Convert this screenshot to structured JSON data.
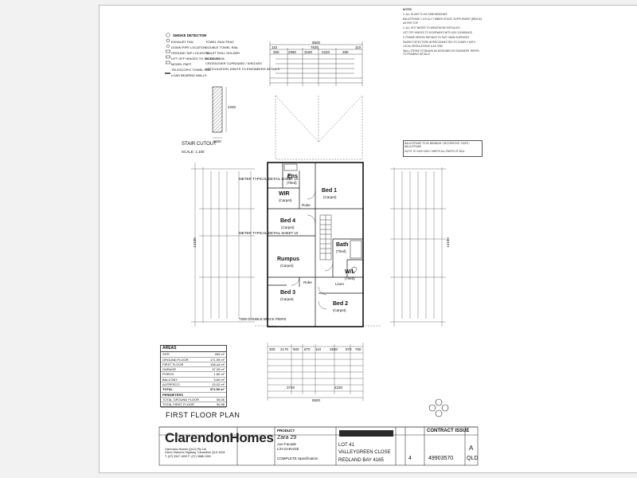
{
  "title": "FIRST FLOOR PLAN",
  "stair_cutout": {
    "title": "STAIR CUTOUT",
    "scale": "SCALE: 1:100",
    "dim_width": "1100",
    "dim_height": "4200"
  },
  "legend": {
    "title": "SMOKE DETECTOR",
    "items": [
      "EXHAUST FAN",
      "DOWN PIPE LOCATION",
      "GROUND TAP LOCATION",
      "LIFT OFF HINGES TO WC DOOR",
      "MODEL PART",
      "TELESCOPIC TOWEL RAIL",
      "LOAD BEARING WALLS"
    ],
    "items2": [
      "TOWEL RAIL/TRAC",
      "DOUBLE TOWEL RAIL",
      "TOILET ROLL HOLDER",
      "ROBE HOOK",
      "CROSSOVER CUPBOARD / SHELVES",
      "ARTICULATION JOINTS TO ENGINEERS DETAILS"
    ]
  },
  "rooms": [
    {
      "name": "Bed 1",
      "sub": "(Carpet)"
    },
    {
      "name": "WIR",
      "sub": "(Carpet)"
    },
    {
      "name": "Ens",
      "sub": "(Tiled)"
    },
    {
      "name": "Bed 4",
      "sub": "(Carpet)"
    },
    {
      "name": "Rumpus",
      "sub": "(Carpet)"
    },
    {
      "name": "Bath",
      "sub": "(Tiled)"
    },
    {
      "name": "W/L",
      "sub": "(Tiled)"
    },
    {
      "name": "Bed 3",
      "sub": "(Carpet)"
    },
    {
      "name": "Bed 2",
      "sub": "(Carpet)"
    },
    {
      "name": "Robe",
      "sub": ""
    },
    {
      "name": "Linen",
      "sub": ""
    },
    {
      "name": "Robe",
      "sub": ""
    }
  ],
  "dimensions": {
    "top_overall": "8500",
    "top_row": [
      "110",
      "7630",
      "110"
    ],
    "top_row2": [
      "250",
      "2980",
      "3180",
      "2220",
      "280"
    ],
    "bottom_overall": "8500",
    "bottom_row": [
      "300",
      "2170",
      "900",
      "870",
      "110",
      "2830",
      "870",
      "760"
    ],
    "bottom_row2": [
      "3720",
      "4230"
    ],
    "left_overall": "14100",
    "right_overall": "14100"
  },
  "plan_notes": [
    "METER TYPICAL DETAIL SHEET 10",
    "METER TYPICAL DETAIL SHEET 10",
    "7200 DOUBLE BRICK PIERS"
  ],
  "areas": {
    "title": "AREAS",
    "rows": [
      {
        "label": "SITE",
        "value": "459 m²"
      },
      {
        "label": "GROUND FLOOR",
        "value": "171.99 m²"
      },
      {
        "label": "FIRST FLOOR",
        "value": "108.44 m²"
      },
      {
        "label": "GARAGE",
        "value": "37.25 m²"
      },
      {
        "label": "PORCH",
        "value": "1.80 m²"
      },
      {
        "label": "BALCONY",
        "value": "5.60 m²"
      },
      {
        "label": "ALFRESCO",
        "value": "13.02 m²"
      },
      {
        "label": "TOTAL",
        "value": "371.50 m²"
      }
    ],
    "perimeters_title": "PERIMETERS",
    "perimeter_rows": [
      {
        "label": "TOTAL GROUND FLOOR",
        "value": "55.06"
      },
      {
        "label": "TOTAL FIRST FLOOR",
        "value": "50.98"
      }
    ]
  },
  "title_block": {
    "brand_left": "Clarendon",
    "brand_right": "Homes",
    "company_lines": [
      "Clarendon Homes (QLD) Pty Ltd",
      "Glenn Osborne Highway, Carseldine QLD 4034",
      "T: (07) 3347 1000  F: (07) 3888 1990"
    ],
    "product_label": "PRODUCT",
    "product_name": "Zara 29",
    "product_lines": [
      "Axe Facade",
      "L/H GARAGE",
      "COMPLETE Specification"
    ],
    "lot": "LOT 41",
    "street": "VALLEYGREEN CLOSE",
    "suburb": "REDLAND BAY 4165",
    "contract_issue": "CONTRACT ISSUE",
    "revision": "A",
    "sheet": "4",
    "job_number": "49903570",
    "state": "QLD"
  },
  "right_notes": [
    "NOTES",
    "1. ALL GLASS TO AS 1288 WINDOWS",
    "BALUSTRADE 1 A FULLY TIMBER STUDS, SUPPLEMENT (BRACE) AS PER TOP",
    "2. ALL HOT WATER TO WINDOW BE INSTALLED",
    "LIFT OFF HINGES TO DOORWAYS WITH 400 CLEARANCE",
    "3. FRAME DESIGN RATINGS TO SUIT, MAIN SURFACES",
    "SMOKE DETECTORS INTERCONNECTED TO COMPLY WITH LOCAL REGULATIONS & AS 3786",
    "WALL STRIKE TO BEAMS AS DESIGNED BY ENGINEER. REFER TO FRAMING DETAILS"
  ],
  "revision_notes": [
    "BALUSTRADE TO 60 MINIMUM / DECORATIVE, GAPS / BALUSTRADE",
    "SUITS TO 1000 HIGH / MEETS ALL PARTS OF BCA"
  ]
}
